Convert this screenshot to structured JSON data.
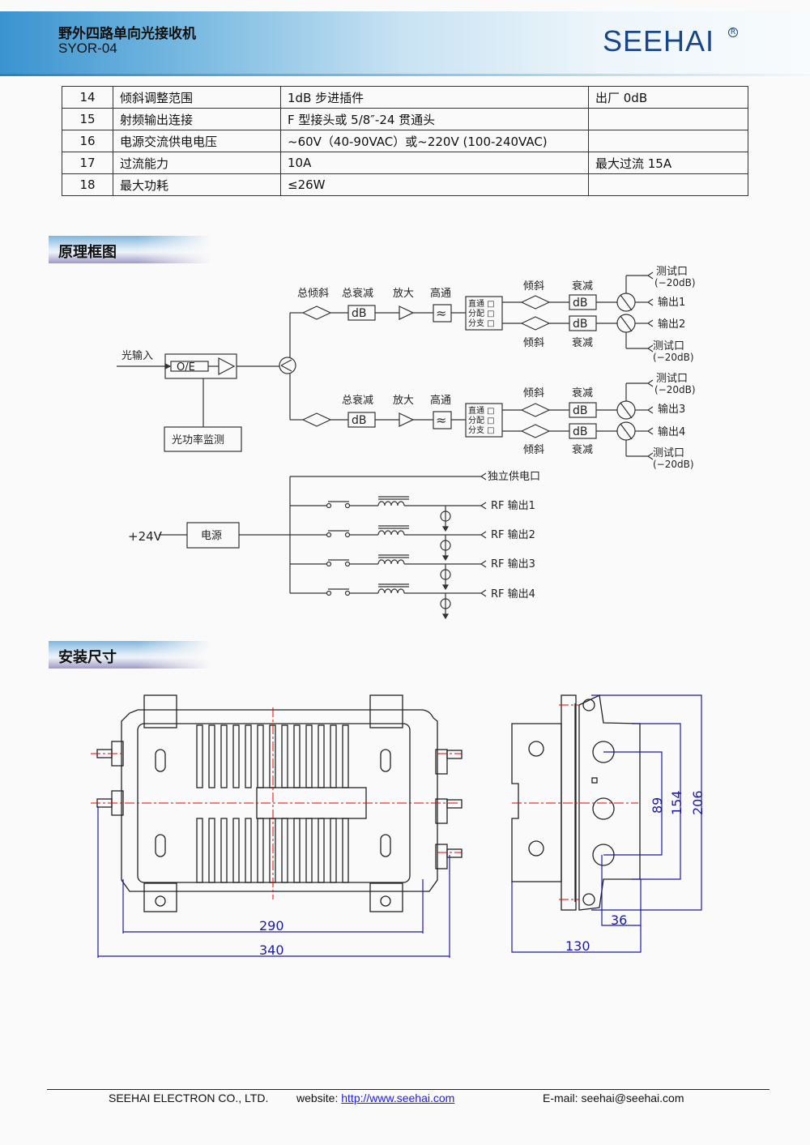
{
  "header": {
    "title": "野外四路单向光接收机",
    "model": "SYOR-04",
    "logo": "SEEHAI",
    "logo_mark": "R"
  },
  "spec_table": {
    "rows": [
      {
        "no": "14",
        "item": "倾斜调整范围",
        "value": "1dB 步进插件",
        "note": "出厂 0dB"
      },
      {
        "no": "15",
        "item": "射频输出连接",
        "value": "F 型接头或 5/8″-24 贯通头",
        "note": ""
      },
      {
        "no": "16",
        "item": "电源交流供电电压",
        "value": "~60V（40-90VAC）或~220V (100-240VAC)",
        "note": ""
      },
      {
        "no": "17",
        "item": "过流能力",
        "value": "10A",
        "note": "最大过流 15A"
      },
      {
        "no": "18",
        "item": "最大功耗",
        "value": "≤26W",
        "note": ""
      }
    ]
  },
  "sections": {
    "block_diagram": "原理框图",
    "dimensions": "安装尺寸"
  },
  "block_diagram": {
    "optical_input": "光输入",
    "oe": "O/E",
    "power_monitor": "光功率监测",
    "upper_labels": {
      "tilt": "总倾斜",
      "atten": "总衰减",
      "amp": "放大",
      "hp": "高通"
    },
    "lower_labels": {
      "atten": "总衰减",
      "amp": "放大",
      "hp": "高通"
    },
    "db": "dB",
    "switch_opts": [
      "直通 □",
      "分配 □",
      "分支 □"
    ],
    "tilt": "倾斜",
    "atten": "衰减",
    "test_port": "测试口",
    "test_level": "(−20dB)",
    "outputs": [
      "输出1",
      "输出2",
      "输出3",
      "输出4"
    ]
  },
  "power_diagram": {
    "input": "+24V",
    "supply": "电源",
    "independent": "独立供电口",
    "rf_outputs": [
      "RF  输出1",
      "RF  输出2",
      "RF  输出3",
      "RF  输出4"
    ]
  },
  "dimensions": {
    "front_inner": "290",
    "front_outer": "340",
    "side_89": "89",
    "side_154": "154",
    "side_206": "206",
    "side_36": "36",
    "side_130": "130"
  },
  "footer": {
    "company": "SEEHAI ELECTRON CO., LTD.",
    "website_label": "website: ",
    "website_url": "http://www.seehai.com",
    "email": "E-mail: seehai@seehai.com"
  }
}
